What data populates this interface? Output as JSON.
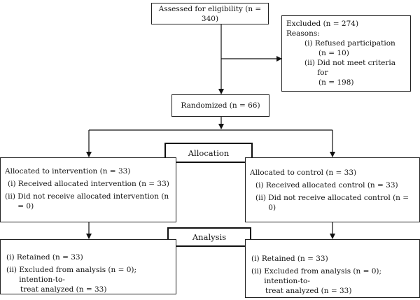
{
  "assessed": "Assessed for eligibility (n = 340)",
  "excluded": {
    "title": "Excluded (n = 274)",
    "reasons_label": "Reasons:",
    "items": [
      {
        "num": "(i)",
        "line1": "Refused participation",
        "line2": "(n = 10)"
      },
      {
        "num": "(ii)",
        "line1": "Did not meet criteria for",
        "line2": "(n = 198)"
      }
    ]
  },
  "randomized": "Randomized (n = 66)",
  "allocation_label": "Allocation",
  "analysis_label": "Analysis",
  "intervention": {
    "title": "Allocated to intervention (n = 33)",
    "items": [
      {
        "num": "(i)",
        "text": "Received allocated intervention (n = 33)"
      },
      {
        "num": "(ii)",
        "text": "Did not receive allocated intervention (n = 0)"
      }
    ]
  },
  "control": {
    "title": "Allocated to control (n = 33)",
    "items": [
      {
        "num": "(i)",
        "text": "Received allocated control (n = 33)"
      },
      {
        "num": "(ii)",
        "text": "Did not receive allocated control (n = 0)"
      }
    ]
  },
  "analysis_left": {
    "items": [
      {
        "num": "(i)",
        "text": "Retained (n = 33)"
      },
      {
        "num": "(ii)",
        "text": "Excluded from analysis (n = 0); intention-to-",
        "cont": "treat analyzed (n = 33)"
      }
    ]
  },
  "analysis_right": {
    "items": [
      {
        "num": "(i)",
        "text": "Retained (n = 33)"
      },
      {
        "num": "(ii)",
        "text": "Excluded from analysis (n = 0); intention-to-",
        "cont": "treat analyzed (n = 33)"
      }
    ]
  }
}
